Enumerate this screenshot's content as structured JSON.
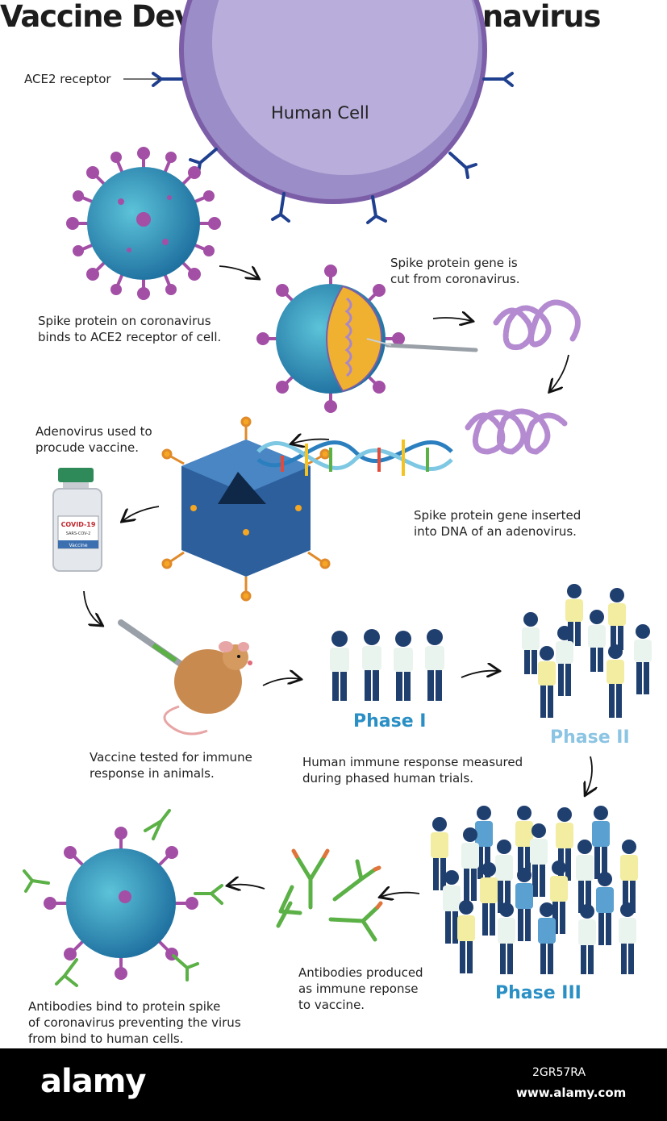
{
  "title": "Vaccine Development for Coronavirus",
  "labels": {
    "ace2": "ACE2 receptor",
    "human_cell": "Human Cell",
    "step1": "Spike protein on coronavirus\nbinds to ACE2 receptor of cell.",
    "step2": "Spike protein gene is\ncut from coronavirus.",
    "step3": "Adenovirus used to\nprocude vaccine.",
    "step4": "Spike protein gene inserted\ninto DNA of an adenovirus.",
    "step5": "Vaccine tested for immune\nresponse in animals.",
    "step6": "Human immune response measured\nduring phased human trials.",
    "step7": "Antibodies produced\nas immune reponse\nto vaccine.",
    "step8": "Antibodies bind to protein spike\nof coronavirus preventing the virus\nfrom bind to human cells."
  },
  "vial": {
    "line1": "COVID-19",
    "line2": "SARS-COV-2",
    "line3": "Vaccine"
  },
  "phases": {
    "p1": "Phase I",
    "p2": "Phase II",
    "p3": "Phase III"
  },
  "footer": {
    "brand": "alamy",
    "stock_id": "2GR57RA",
    "site": "www.alamy.com"
  },
  "colors": {
    "cell": "#b4a9d6",
    "cell_border": "#7b5ea7",
    "receptor": "#1f3f8f",
    "virus": "#2a8db5",
    "spike": "#a34fa6",
    "phase": "#2a8fc4",
    "antibody": "#5bb046",
    "adenovirus": "#2d5f9c"
  }
}
